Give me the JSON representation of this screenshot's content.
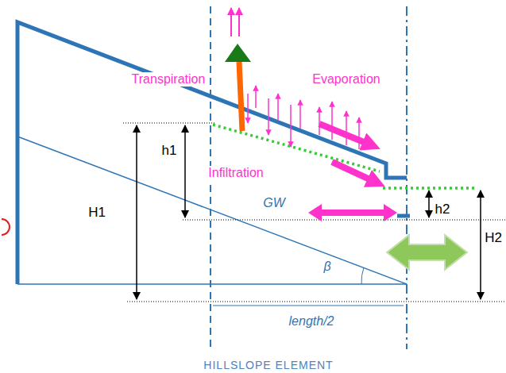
{
  "diagram": {
    "labels": [
      "Transpiration",
      "Evaporation",
      "h1",
      "H1",
      "Infiltration",
      "GW",
      "h2",
      "H2",
      "β",
      "length/2",
      "HILLSLOPE ELEMENT"
    ]
  }
}
